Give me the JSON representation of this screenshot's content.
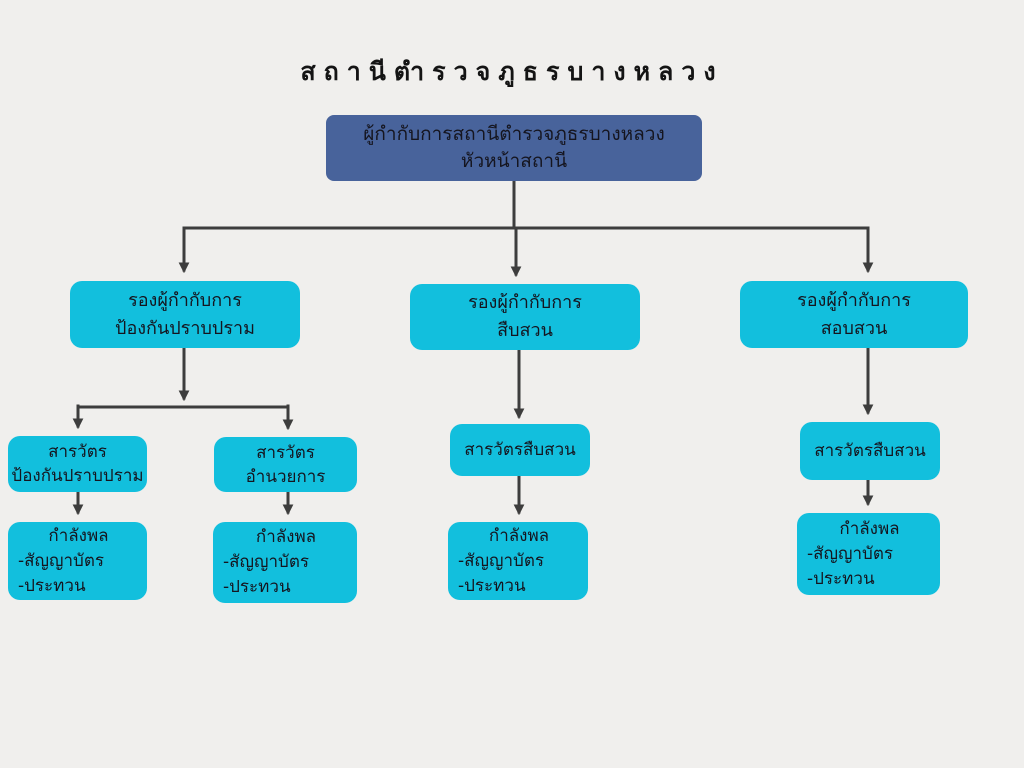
{
  "title": "สถานีตำรวจภูธรบางหลวง",
  "colors": {
    "background": "#f0efed",
    "head_box": "#48639b",
    "node_box": "#12bfdd",
    "connector": "#3d3d3d",
    "text": "#15151f"
  },
  "org": {
    "head": {
      "line1": "ผู้กำกับการสถานีตำรวจภูธรบางหลวง",
      "line2": "หัวหน้าสถานี"
    },
    "deputies": [
      {
        "line1": "รองผู้กำกับการ",
        "line2": "ป้องกันปราบปราม"
      },
      {
        "line1": "รองผู้กำกับการ",
        "line2": "สืบสวน"
      },
      {
        "line1": "รองผู้กำกับการ",
        "line2": "สอบสวน"
      }
    ],
    "inspectors": [
      {
        "lines": [
          "สารวัตร",
          "ป้องกันปราบปราม"
        ]
      },
      {
        "lines": [
          "สารวัตร",
          "อำนวยการ"
        ]
      },
      {
        "lines": [
          "สารวัตรสืบสวน"
        ]
      },
      {
        "lines": [
          "สารวัตรสืบสวน"
        ]
      }
    ],
    "personnel": [
      {
        "title": "กำลังพล",
        "items": [
          "-สัญญาบัตร",
          "-ประทวน"
        ]
      },
      {
        "title": "กำลังพล",
        "items": [
          "-สัญญาบัตร",
          "-ประทวน"
        ]
      },
      {
        "title": "กำลังพล",
        "items": [
          "-สัญญาบัตร",
          "-ประทวน"
        ]
      },
      {
        "title": "กำลังพล",
        "items": [
          "-สัญญาบัตร",
          "-ประทวน"
        ]
      }
    ]
  }
}
